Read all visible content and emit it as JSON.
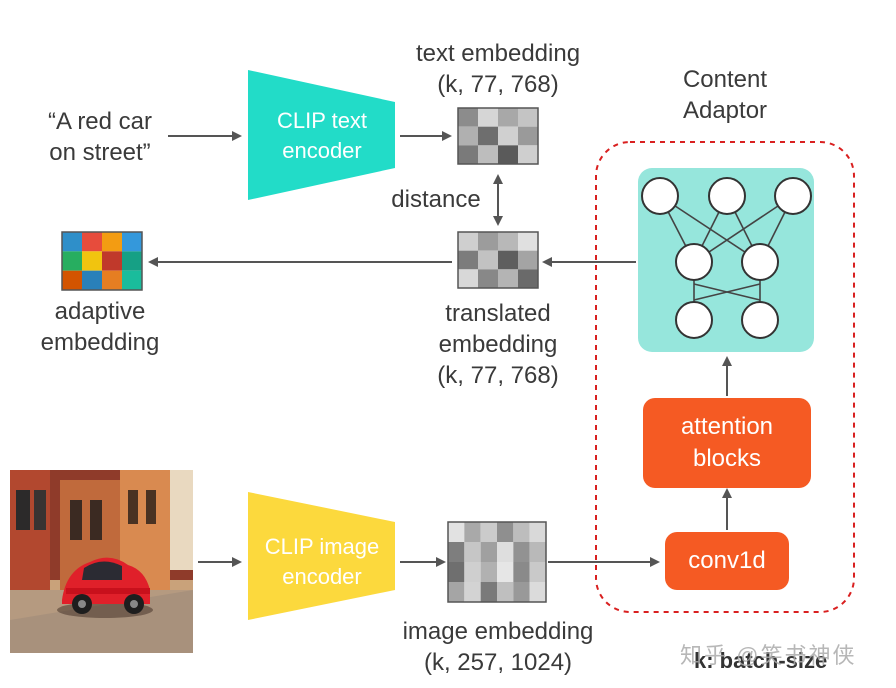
{
  "prompt": {
    "line1": "“A red car",
    "line2": "on street”"
  },
  "text_encoder": {
    "line1": "CLIP text",
    "line2": "encoder"
  },
  "image_encoder": {
    "line1": "CLIP image",
    "line2": "encoder"
  },
  "text_embedding": {
    "line1": "text embedding",
    "line2": "(k, 77, 768)"
  },
  "distance_label": "distance",
  "translated_embedding": {
    "line1": "translated",
    "line2": "embedding",
    "line3": "(k, 77, 768)"
  },
  "adaptive_embedding": {
    "line1": "adaptive",
    "line2": "embedding"
  },
  "content_adaptor": {
    "line1": "Content",
    "line2": "Adaptor"
  },
  "attention_blocks": {
    "line1": "attention",
    "line2": "blocks"
  },
  "conv1d_label": "conv1d",
  "image_embedding": {
    "line1": "image embedding",
    "line2": "(k, 257, 1024)"
  },
  "batch_note": "k: batch-size",
  "watermark": "知乎 @笑书神侠",
  "colors": {
    "text_encoder": "#22dcc8",
    "image_encoder": "#fcd93d",
    "orange_box": "#f55a23",
    "adaptor_panel": "#96e6dc",
    "dashed_border": "#d92020"
  }
}
